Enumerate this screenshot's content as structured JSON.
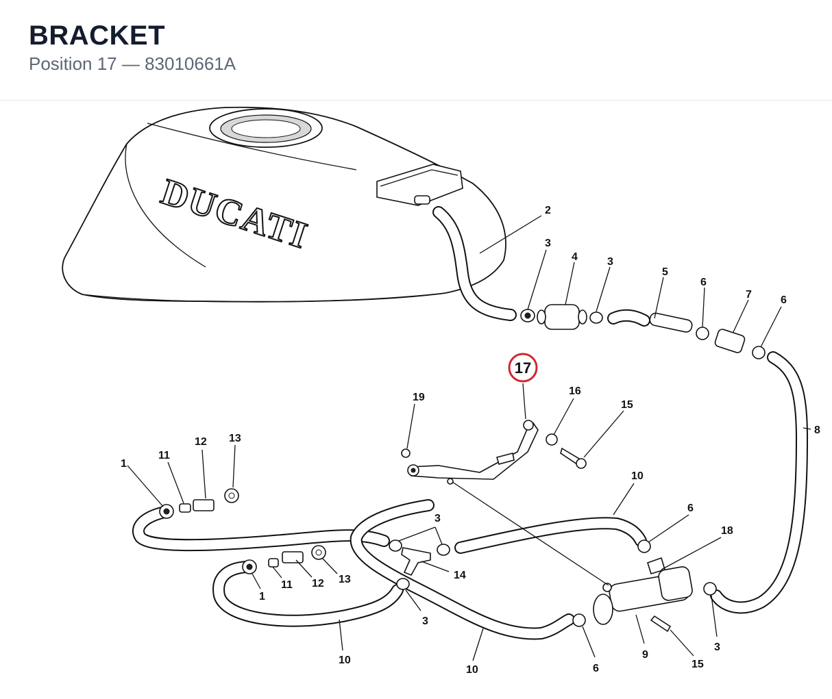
{
  "header": {
    "title": "BRACKET",
    "subtitle": "Position 17 — 83010661A"
  },
  "diagram": {
    "logo_text": "DUCATI",
    "highlight_color": "#d0282e",
    "highlight_label": "17",
    "labels": [
      {
        "id": "l2",
        "text": "2"
      },
      {
        "id": "l3a",
        "text": "3"
      },
      {
        "id": "l4",
        "text": "4"
      },
      {
        "id": "l3b",
        "text": "3"
      },
      {
        "id": "l5",
        "text": "5"
      },
      {
        "id": "l6a",
        "text": "6"
      },
      {
        "id": "l7",
        "text": "7"
      },
      {
        "id": "l6b",
        "text": "6"
      },
      {
        "id": "l19",
        "text": "19"
      },
      {
        "id": "l16",
        "text": "16"
      },
      {
        "id": "l15a",
        "text": "15"
      },
      {
        "id": "l8",
        "text": "8"
      },
      {
        "id": "l1a",
        "text": "1"
      },
      {
        "id": "l11a",
        "text": "11"
      },
      {
        "id": "l12a",
        "text": "12"
      },
      {
        "id": "l13a",
        "text": "13"
      },
      {
        "id": "l10a",
        "text": "10"
      },
      {
        "id": "l6c",
        "text": "6"
      },
      {
        "id": "l3c",
        "text": "3"
      },
      {
        "id": "l18",
        "text": "18"
      },
      {
        "id": "l14",
        "text": "14"
      },
      {
        "id": "l11b",
        "text": "11"
      },
      {
        "id": "l12b",
        "text": "12"
      },
      {
        "id": "l13b",
        "text": "13"
      },
      {
        "id": "l1b",
        "text": "1"
      },
      {
        "id": "l3d",
        "text": "3"
      },
      {
        "id": "l10b",
        "text": "10"
      },
      {
        "id": "l10c",
        "text": "10"
      },
      {
        "id": "l6d",
        "text": "6"
      },
      {
        "id": "l9",
        "text": "9"
      },
      {
        "id": "l15b",
        "text": "15"
      },
      {
        "id": "l3e",
        "text": "3"
      }
    ]
  }
}
